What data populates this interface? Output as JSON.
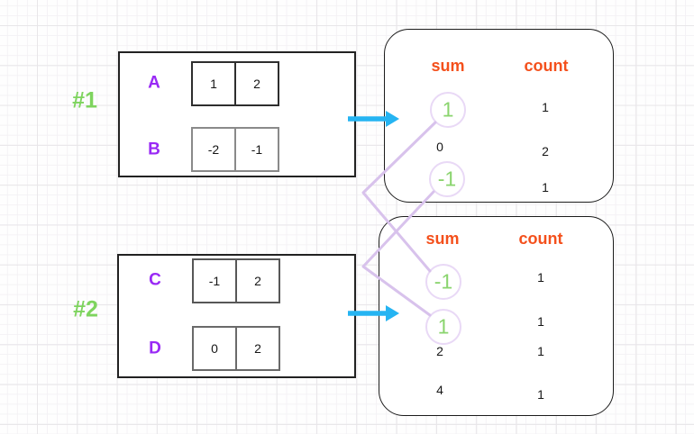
{
  "diagram": {
    "groups": [
      {
        "label": "#1",
        "rows": [
          {
            "name": "A",
            "cells": [
              "1",
              "2"
            ]
          },
          {
            "name": "B",
            "cells": [
              "-2",
              "-1"
            ]
          }
        ]
      },
      {
        "label": "#2",
        "rows": [
          {
            "name": "C",
            "cells": [
              "-1",
              "2"
            ]
          },
          {
            "name": "D",
            "cells": [
              "0",
              "2"
            ]
          }
        ]
      }
    ],
    "tables": [
      {
        "sum_header": "sum",
        "count_header": "count",
        "rows": [
          {
            "sum": "1",
            "count": "1",
            "circled": true
          },
          {
            "sum": "0",
            "count": "2",
            "circled": false
          },
          {
            "sum": "-1",
            "count": "1",
            "circled": true
          }
        ]
      },
      {
        "sum_header": "sum",
        "count_header": "count",
        "rows": [
          {
            "sum": "-1",
            "count": "1",
            "circled": true
          },
          {
            "sum": "1",
            "count": "1",
            "circled": true
          },
          {
            "sum": "2",
            "count": "1",
            "circled": false
          },
          {
            "sum": "4",
            "count": "1",
            "circled": false
          }
        ]
      }
    ],
    "connections": [
      {
        "from": "table1 sum 1",
        "to": "table2 sum -1"
      },
      {
        "from": "table1 sum -1",
        "to": "table2 sum 1"
      }
    ],
    "colors": {
      "green_label": "#7ed45e",
      "green_circled": "#8ad46e",
      "purple_letter": "#9929f5",
      "orange_header": "#f4501c",
      "cyan_arrow": "#25b4f2",
      "lavender_line": "#d8c2ec",
      "lavender_circle": "#e9d9f6"
    }
  }
}
